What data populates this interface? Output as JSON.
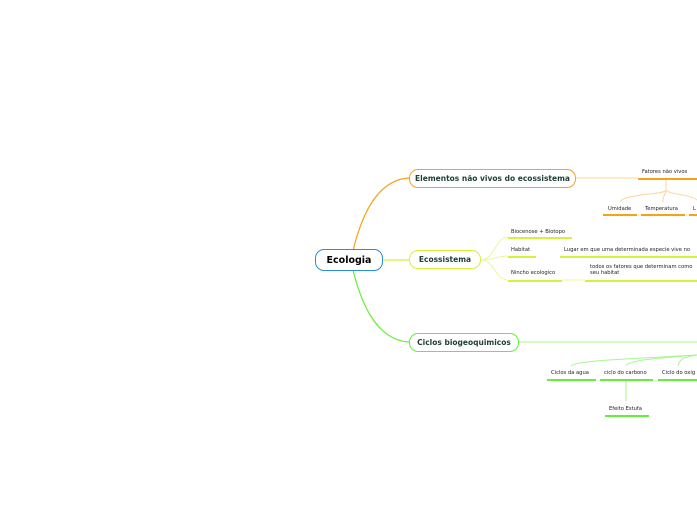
{
  "colors": {
    "root": "#2a8fd6",
    "orange": "#f7a21b",
    "yellow": "#d6f03c",
    "green": "#62f03a",
    "text": "#1d3f36"
  },
  "root": {
    "label": "Ecologia"
  },
  "branches": [
    {
      "label": "Elementos não vivos do ecossistema",
      "children": [
        {
          "label": "Fatores não vivos",
          "children": [
            {
              "label": "Umidade"
            },
            {
              "label": "Temperatura"
            },
            {
              "label": "L"
            }
          ]
        }
      ]
    },
    {
      "label": "Ecossistema",
      "children": [
        {
          "label": "Biocenose + Biotopo"
        },
        {
          "label": "Habitat",
          "detail": "Lugar em que uma determinada especie vive no"
        },
        {
          "label": "Nincho ecologico",
          "detail_line1": "todos os fatores que determinam como",
          "detail_line2": "seu habitat"
        }
      ]
    },
    {
      "label": "Ciclos biogeoquimicos",
      "children": [
        {
          "label": "Ciclos da agua"
        },
        {
          "label": "ciclo do carbono",
          "children": [
            {
              "label": "Efeito Estufa"
            }
          ]
        },
        {
          "label": "Ciclo do oxig"
        }
      ]
    }
  ]
}
